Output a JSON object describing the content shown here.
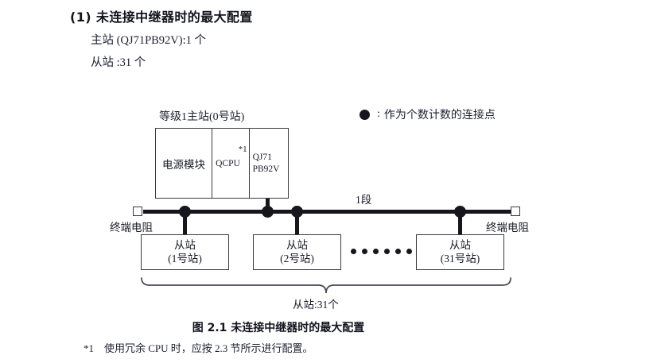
{
  "heading": {
    "number": "(1)",
    "title": "未连接中继器时的最大配置",
    "full": "(1) 未连接中继器时的最大配置"
  },
  "specs": [
    "主站 (QJ71PB92V):1 个",
    "从站 :31 个"
  ],
  "legend": {
    "symbol": "●",
    "colon": ":",
    "text": "作为个数计数的连接点"
  },
  "diagram": {
    "master_caption": "等级1主站(0号站)",
    "rack": {
      "power_module": "电源模块",
      "cpu": "QCPU",
      "cpu_note": "*1",
      "network_module_line1": "QJ71",
      "network_module_line2": "PB92V"
    },
    "segment_label": "1段",
    "terminator_left": "终端电阻",
    "terminator_right": "终端电阻",
    "slaves": [
      {
        "name": "从站",
        "station": "(1号站)"
      },
      {
        "name": "从站",
        "station": "(2号站)"
      },
      {
        "name": "从站",
        "station": "(31号站)"
      }
    ],
    "ellipsis_count": 6,
    "brace_label": "从站:31个"
  },
  "figure_caption": "图 2.1  未连接中继器时的最大配置",
  "footnote": {
    "marker": "*1",
    "text": "使用冗余 CPU 时，应按 2.3 节所示进行配置。"
  },
  "colors": {
    "ink": "#16161c",
    "text": "#1e1e32",
    "outline": "#3a3a44",
    "background": "#ffffff"
  }
}
